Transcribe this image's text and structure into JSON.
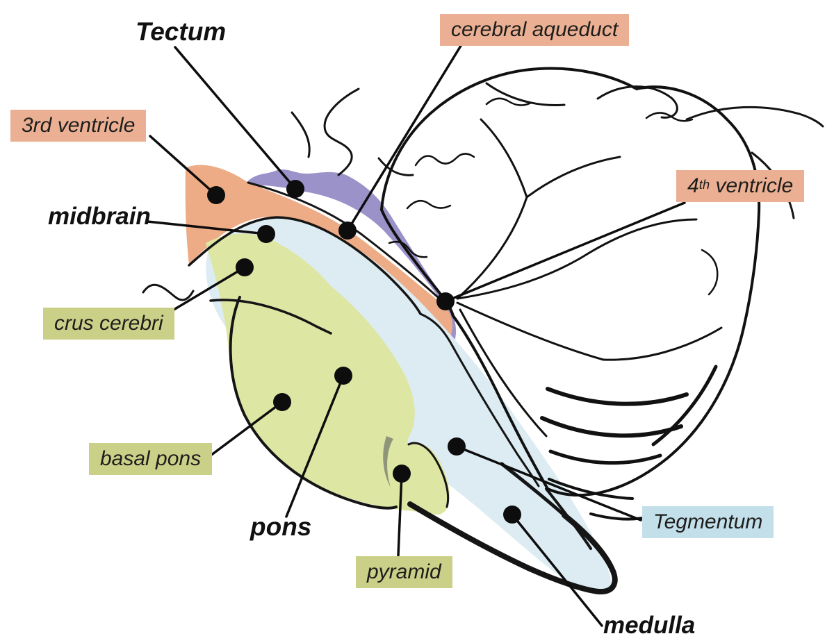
{
  "figure": {
    "labels": {
      "tectum": {
        "text": "Tectum"
      },
      "cerebral_aqueduct": {
        "text": "cerebral aqueduct"
      },
      "third_ventricle": {
        "text": "3rd ventricle"
      },
      "fourth_ventricle": {
        "num": "4",
        "ordinal": "th",
        "rest": " ventricle"
      },
      "midbrain": {
        "text": "midbrain"
      },
      "crus_cerebri": {
        "text": "crus cerebri"
      },
      "basal_pons": {
        "text": "basal pons"
      },
      "pons": {
        "text": "pons"
      },
      "pyramid": {
        "text": "pyramid"
      },
      "tegmentum": {
        "text": "Tegmentum"
      },
      "medulla": {
        "text": "medulla"
      }
    },
    "colors": {
      "background": "#ffffff",
      "ink": "#0d0d0d",
      "text": "#1d1d1b",
      "region_csf_salmon": "#eeac86",
      "region_tectum_purple": "#9a92c8",
      "region_tegmentum_blue": "#dcecf2",
      "region_basal_green": "#dee6a3",
      "label_bg_salmon": "#ebb093",
      "label_bg_green": "#cbd089",
      "label_bg_blue": "#c3dfe9"
    }
  }
}
